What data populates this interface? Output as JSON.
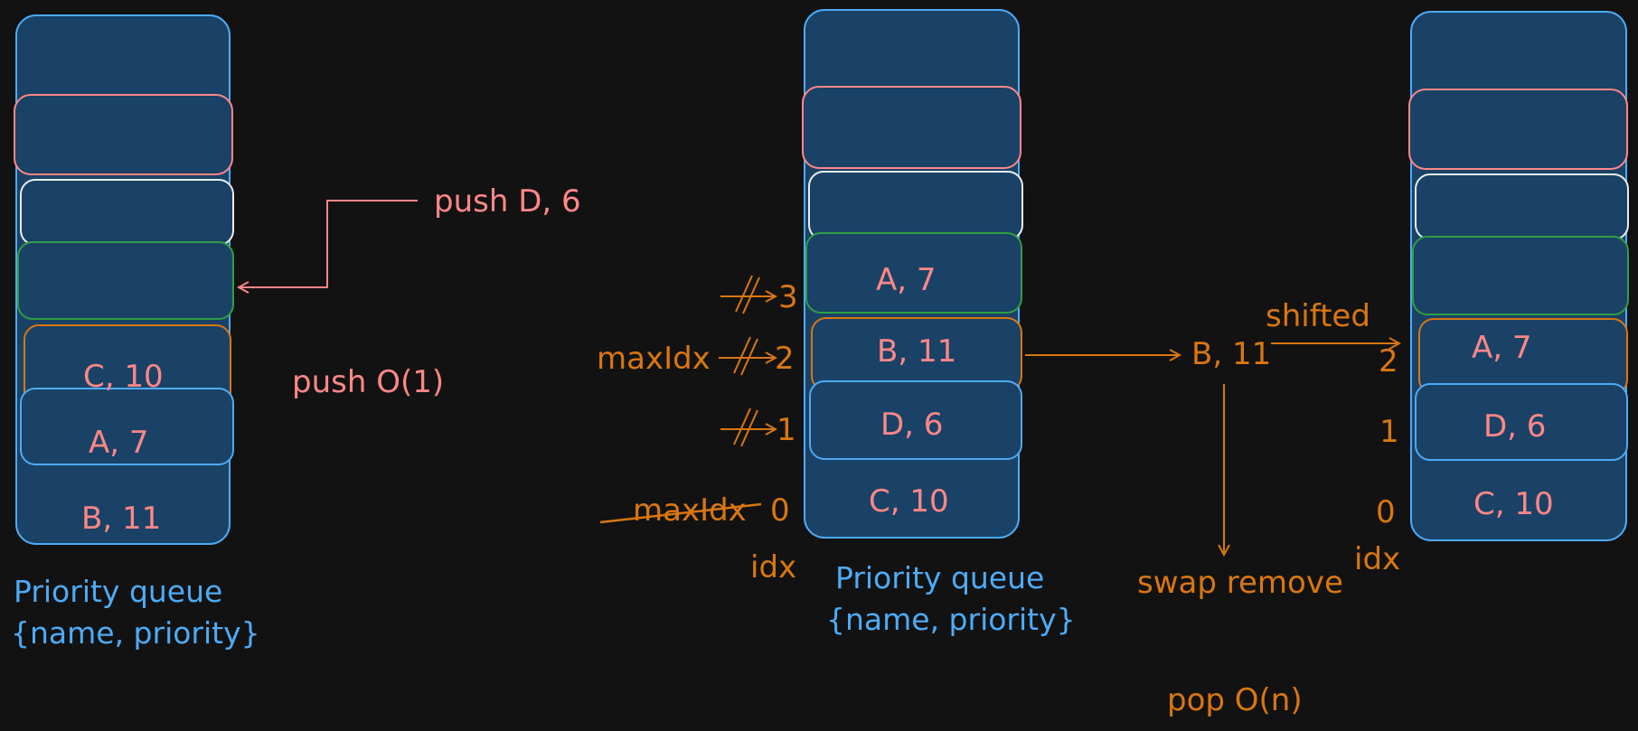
{
  "colors": {
    "background": "#121212",
    "container_fill": "#1a4266",
    "container_stroke": "#4dabf7",
    "pink": "#ff8787",
    "white": "#e9ecef",
    "green": "#2f9e44",
    "orange": "#d9770f",
    "blue": "#4dabf7"
  },
  "push_diagram": {
    "items_bottom_to_top": [
      "B, 11",
      "A, 7",
      "C, 10"
    ],
    "push_label": "push D, 6",
    "complexity": "push O(1)",
    "caption_line1": "Priority queue",
    "caption_line2": "{name, priority}"
  },
  "pop_diagram": {
    "items_bottom_to_top": [
      "C, 10",
      "D, 6",
      "B, 11",
      "A, 7"
    ],
    "indices": [
      "0",
      "1",
      "2",
      "3"
    ],
    "max_idx_label": "maxIdx",
    "max_idx_struck_label": "maxIdx",
    "idx_label": "idx",
    "popped_item": "B, 11",
    "swap_label": "swap remove",
    "complexity": "pop O(n)",
    "caption_line1": "Priority queue",
    "caption_line2": "{name, priority}"
  },
  "after_diagram": {
    "items_bottom_to_top": [
      "C, 10",
      "D, 6",
      "A, 7"
    ],
    "indices": [
      "0",
      "1",
      "2"
    ],
    "shifted_label": "shifted",
    "idx_label": "idx"
  }
}
